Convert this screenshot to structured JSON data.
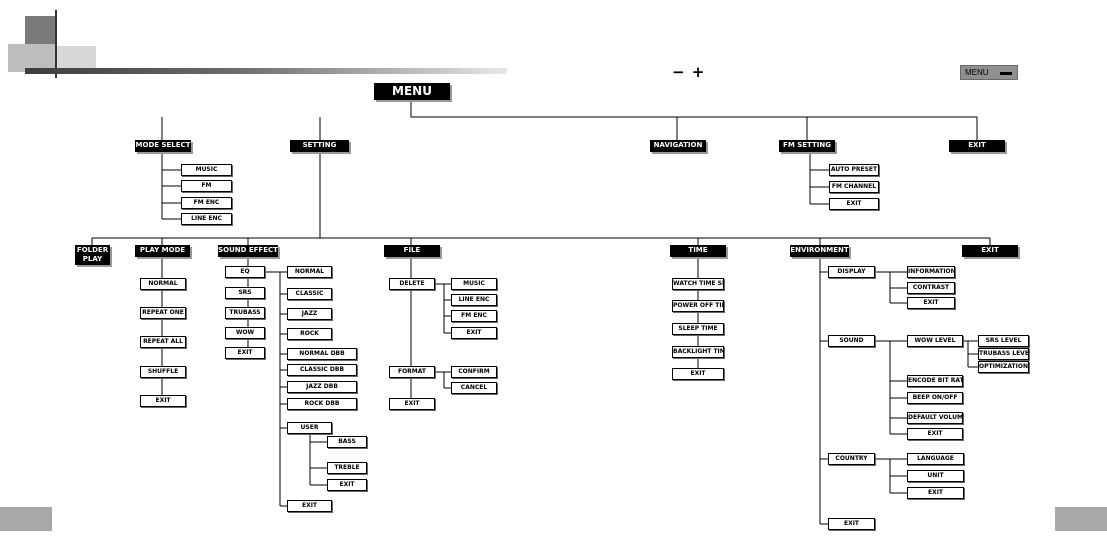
{
  "header": {
    "minus_plus": "− +",
    "menu_button_label": "MENU"
  },
  "tree": {
    "root": "MENU",
    "level1": {
      "mode_select": "MODE SELECT",
      "setting": "SETTING",
      "navigation": "NAVIGATION",
      "fm_setting": "FM SETTING",
      "exit": "EXIT"
    },
    "mode_select_items": [
      "MUSIC",
      "FM",
      "FM ENC",
      "LINE ENC"
    ],
    "fm_setting_items": [
      "AUTO PRESET",
      "FM CHANNEL",
      "EXIT"
    ],
    "setting_children": {
      "folder_play": "FOLDER PLAY",
      "play_mode": "PLAY MODE",
      "sound_effect": "SOUND EFFECT",
      "file": "FILE",
      "time": "TIME",
      "environment": "ENVIRONMENT",
      "exit": "EXIT"
    },
    "play_mode_items": [
      "NORMAL",
      "REPEAT ONE",
      "REPEAT ALL",
      "SHUFFLE",
      "EXIT"
    ],
    "sound_effect_items": [
      "EQ",
      "SRS",
      "TRUBASS",
      "WOW",
      "EXIT"
    ],
    "eq_items": [
      "NORMAL",
      "CLASSIC",
      "JAZZ",
      "ROCK",
      "NORMAL DBB",
      "CLASSIC DBB",
      "JAZZ DBB",
      "ROCK DBB",
      "USER",
      "EXIT"
    ],
    "user_items": [
      "BASS",
      "TREBLE",
      "EXIT"
    ],
    "file_items": [
      "DELETE",
      "FORMAT",
      "EXIT"
    ],
    "delete_items": [
      "MUSIC",
      "LINE ENC",
      "FM ENC",
      "EXIT"
    ],
    "format_items": [
      "CONFIRM",
      "CANCEL"
    ],
    "time_items": [
      "WATCH TIME SET",
      "POWER OFF TIME",
      "SLEEP TIME",
      "BACKLIGHT TIME",
      "EXIT"
    ],
    "environment_items": [
      "DISPLAY",
      "SOUND",
      "COUNTRY",
      "EXIT"
    ],
    "display_items": [
      "INFORMATION",
      "CONTRAST",
      "EXIT"
    ],
    "sound_items": [
      "WOW LEVEL",
      "ENCODE BIT RATE",
      "BEEP ON/OFF",
      "DEFAULT VOLUME",
      "EXIT"
    ],
    "wow_level_items": [
      "SRS LEVEL",
      "TRUBASS LEVEL",
      "OPTIMIZATION"
    ],
    "country_items": [
      "LANGUAGE",
      "UNIT",
      "EXIT"
    ]
  },
  "colors": {
    "dark_box": "#000000",
    "light_box": "#ffffff",
    "menu_button": "#909090",
    "header_bar": "#6e6e6e"
  }
}
